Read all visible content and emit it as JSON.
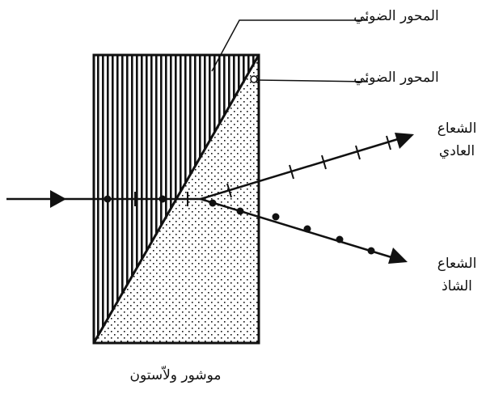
{
  "labels": {
    "optic_axis_top": "المحور الضوئي",
    "optic_axis_second": "المحور الضوئي",
    "ordinary_ray": [
      "الشعاع",
      "العادي"
    ],
    "extraordinary_ray": [
      "الشعاع",
      "الشاذ"
    ],
    "prism_name": "موشور ولاّستون"
  },
  "colors": {
    "ink": "#111111",
    "background": "#ffffff"
  },
  "icons": {
    "incident_arrow": "arrowhead-right",
    "ordinary_polarization": "tick-mark",
    "extraordinary_polarization": "dot"
  }
}
